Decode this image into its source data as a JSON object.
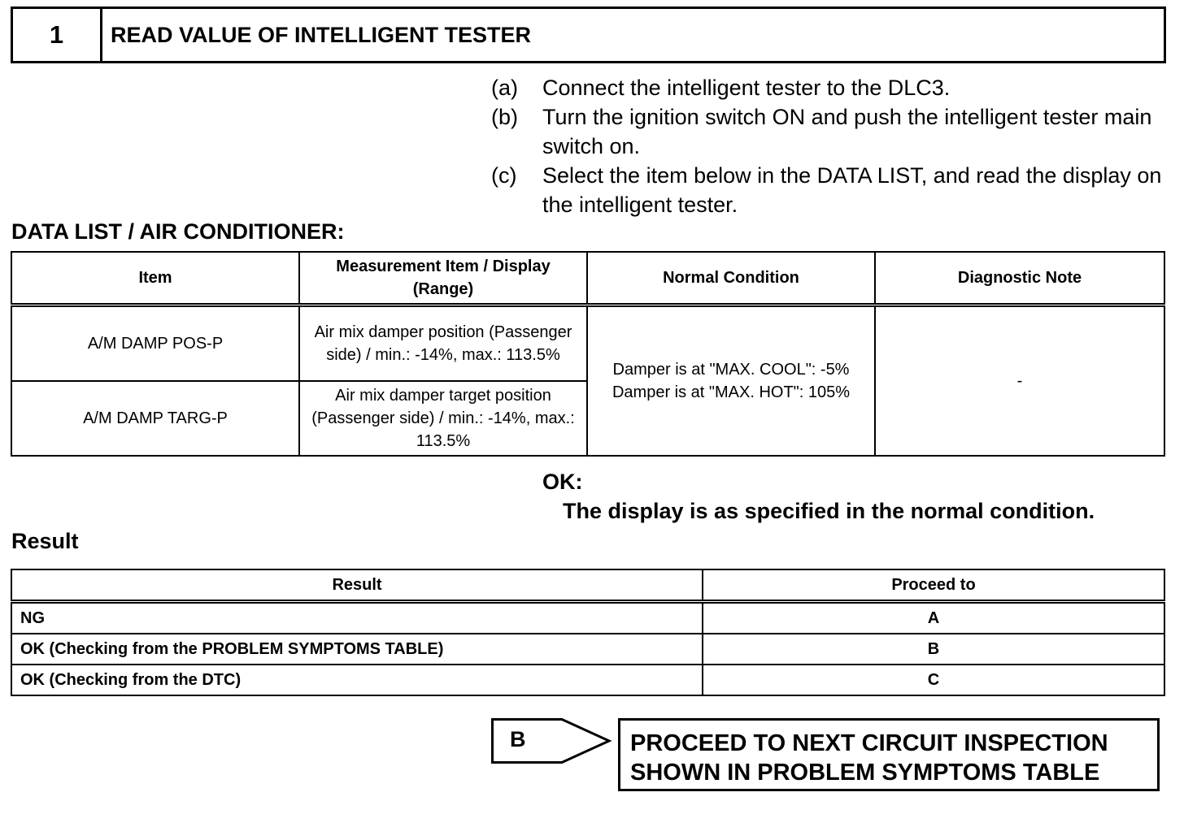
{
  "step": {
    "number": "1",
    "title": "READ VALUE OF INTELLIGENT TESTER"
  },
  "instructions": [
    {
      "label": "(a)",
      "text": "Connect the intelligent tester to the DLC3."
    },
    {
      "label": "(b)",
      "text": "Turn the ignition switch ON and push the intelligent tester main switch on."
    },
    {
      "label": "(c)",
      "text": "Select the item below in the DATA LIST, and read the display on the intelligent tester."
    }
  ],
  "data_list": {
    "title": "DATA LIST / AIR CONDITIONER:",
    "headers": [
      "Item",
      "Measurement Item / Display (Range)",
      "Normal Condition",
      "Diagnostic Note"
    ],
    "rows": [
      {
        "item": "A/M DAMP POS-P",
        "measurement": "Air mix damper position (Passenger side) / min.: -14%, max.: 113.5%"
      },
      {
        "item": "A/M DAMP TARG-P",
        "measurement": "Air mix damper target position (Passenger side) / min.: -14%, max.: 113.5%"
      }
    ],
    "normal_condition_line1": "Damper is at \"MAX. COOL\": -5%",
    "normal_condition_line2": "Damper is at \"MAX. HOT\": 105%",
    "diagnostic_note": "-"
  },
  "ok": {
    "label": "OK:",
    "text": "The display is as specified in the normal condition."
  },
  "result": {
    "title": "Result",
    "headers": [
      "Result",
      "Proceed to"
    ],
    "rows": [
      {
        "result": "NG",
        "proceed": "A"
      },
      {
        "result": "OK (Checking from the PROBLEM SYMPTOMS TABLE)",
        "proceed": "B"
      },
      {
        "result": "OK (Checking from the DTC)",
        "proceed": "C"
      }
    ]
  },
  "branch": {
    "label": "B",
    "line1": "PROCEED TO NEXT CIRCUIT INSPECTION",
    "line2": "SHOWN IN PROBLEM SYMPTOMS TABLE"
  }
}
